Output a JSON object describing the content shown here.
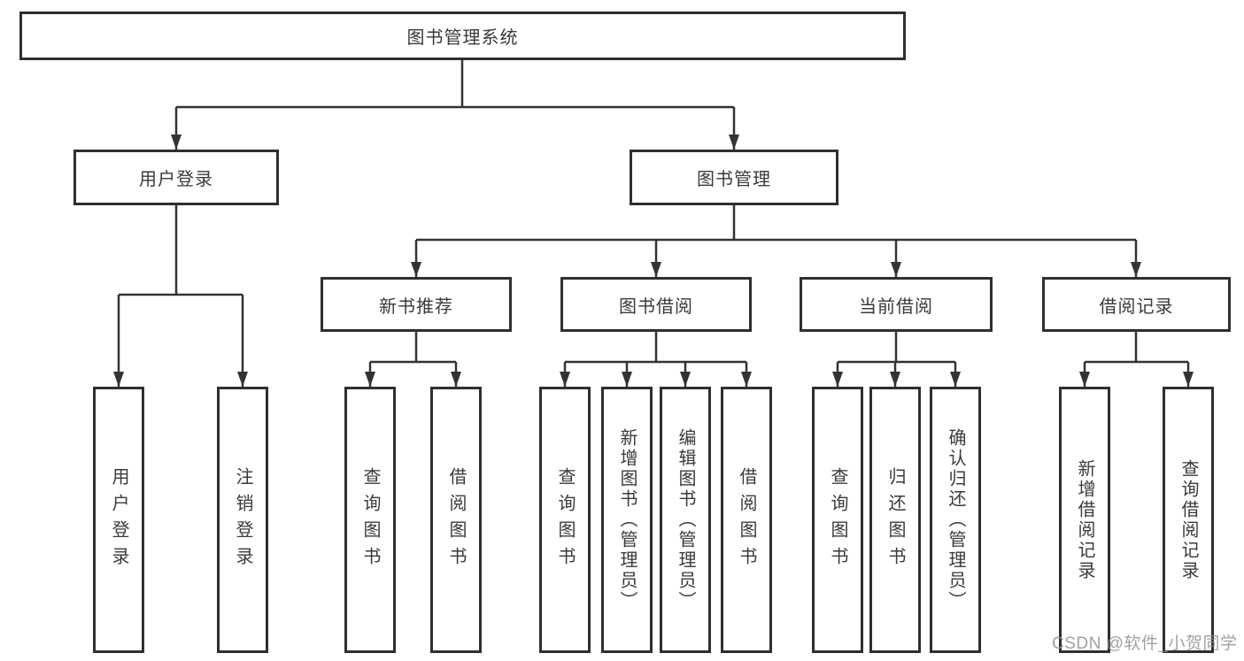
{
  "diagram_title": "图书管理系统",
  "tree": {
    "root": {
      "label": "图书管理系统"
    },
    "branches": [
      {
        "label": "用户登录",
        "children": [
          {
            "label": "用户登录"
          },
          {
            "label": "注销登录"
          }
        ]
      },
      {
        "label": "图书管理",
        "children": [
          {
            "label": "新书推荐",
            "children": [
              {
                "label": "查询图书"
              },
              {
                "label": "借阅图书"
              }
            ]
          },
          {
            "label": "图书借阅",
            "children": [
              {
                "label": "查询图书"
              },
              {
                "label": "新增图书（管理员）"
              },
              {
                "label": "编辑图书（管理员）"
              },
              {
                "label": "借阅图书"
              }
            ]
          },
          {
            "label": "当前借阅",
            "children": [
              {
                "label": "查询图书"
              },
              {
                "label": "归还图书"
              },
              {
                "label": "确认归还（管理员）"
              }
            ]
          },
          {
            "label": "借阅记录",
            "children": [
              {
                "label": "新增借阅记录"
              },
              {
                "label": "查询借阅记录"
              }
            ]
          }
        ]
      }
    ]
  },
  "watermark": {
    "text": "CSDN @软件_小贺同学"
  },
  "colors": {
    "line": "#333333",
    "border": "#2f2f2f",
    "text": "#3a3a3a",
    "background": "#ffffff",
    "watermark": "#919191"
  }
}
